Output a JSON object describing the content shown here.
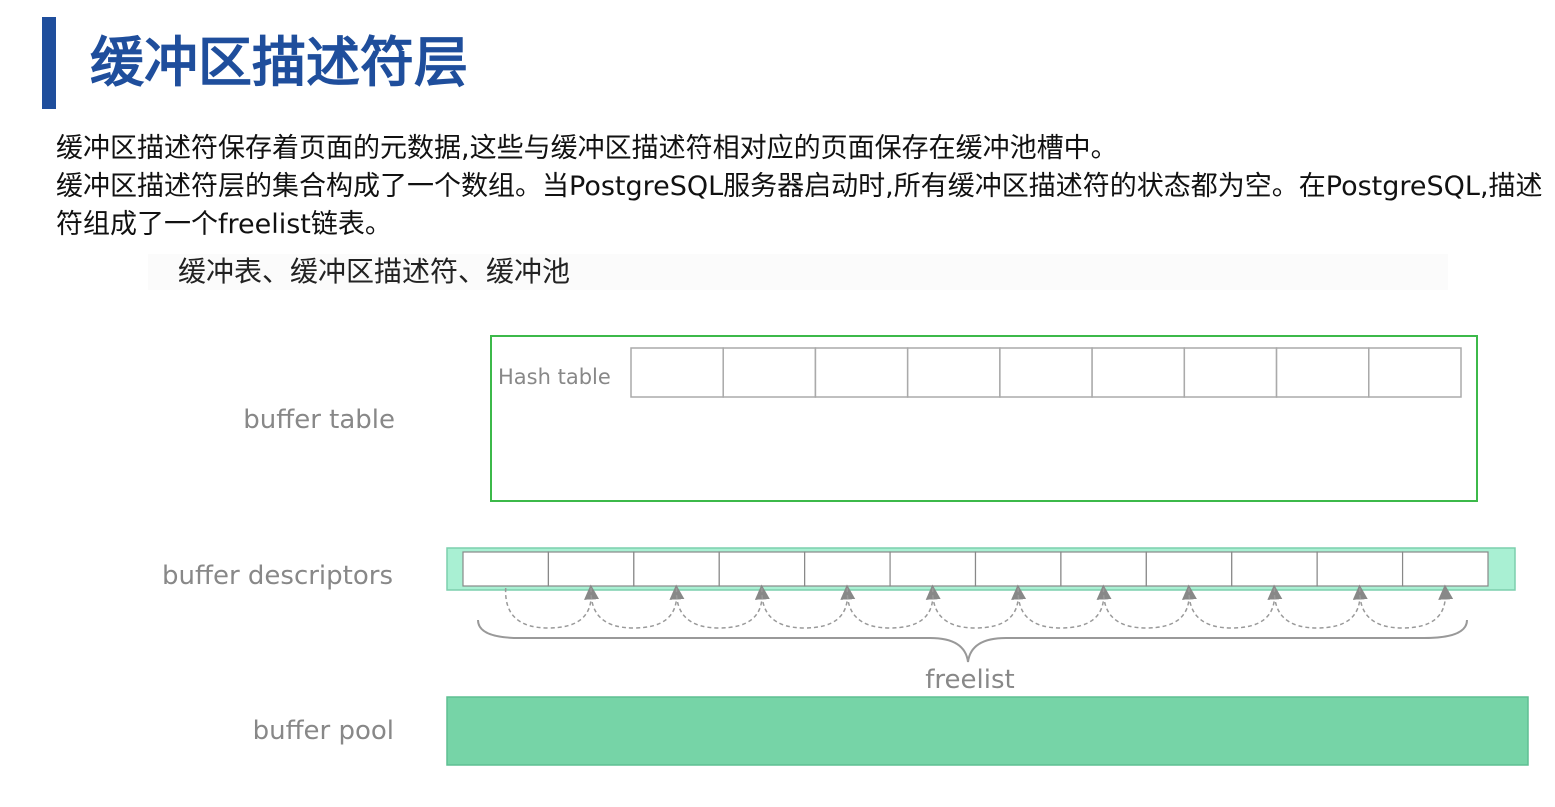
{
  "title": "缓冲区描述符层",
  "paragraphs": [
    "缓冲区描述符保存着页面的元数据,这些与缓冲区描述符相对应的页面保存在缓冲池槽中。",
    "缓冲区描述符层的集合构成了一个数组。当PostgreSQL服务器启动时,所有缓冲区描述符的状态都为空。在PostgreSQL,描述符组成了一个freelist链表。"
  ],
  "caption": "缓冲表、缓冲区描述符、缓冲池",
  "diagram": {
    "labels": {
      "buffer_table": "buffer table",
      "hash_table": "Hash table",
      "buffer_descriptors": "buffer descriptors",
      "freelist": "freelist",
      "buffer_pool": "buffer pool"
    },
    "hash_slot_count": 9,
    "descriptor_slot_count": 12,
    "colors": {
      "accent": "#1f4e9c",
      "table_border": "#3cb94a",
      "descriptor_band": "#a9f0d3",
      "pool": "#76d4a7",
      "label_gray": "#888888"
    }
  }
}
